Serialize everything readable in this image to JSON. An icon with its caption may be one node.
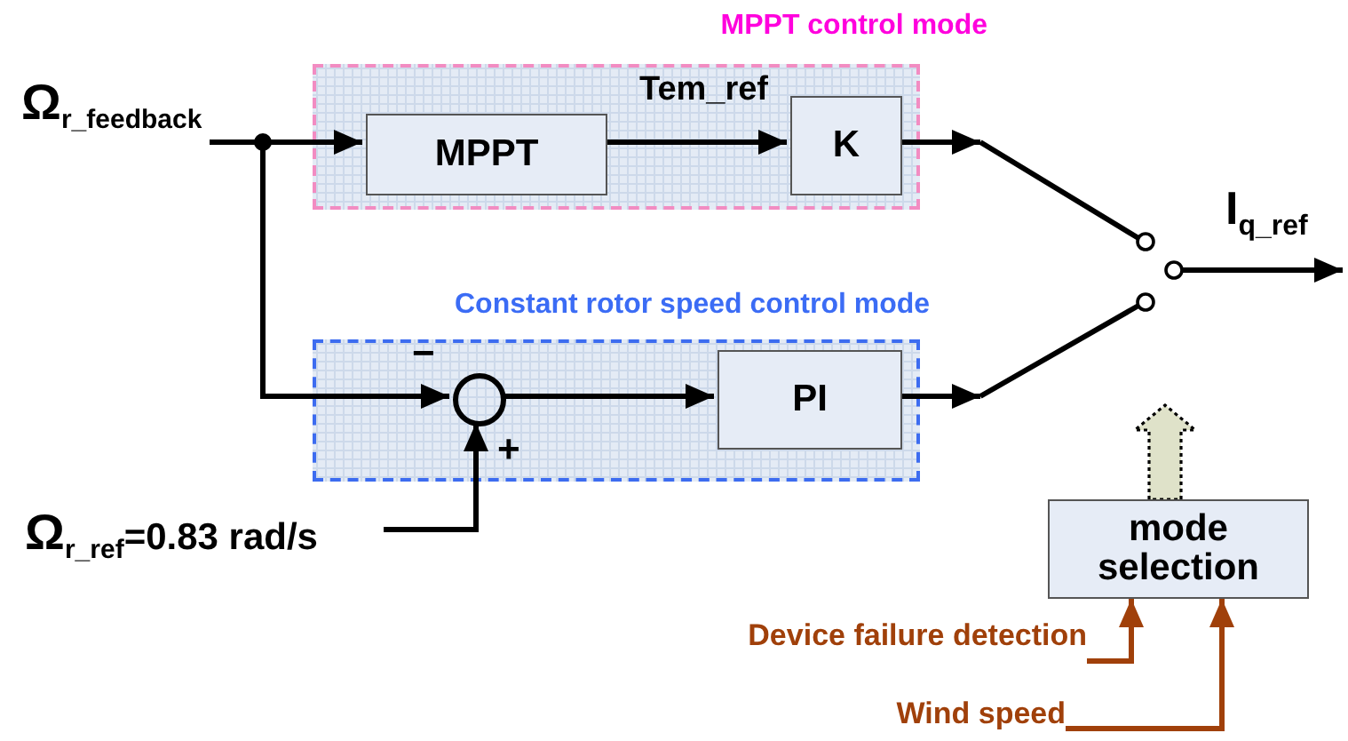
{
  "diagram": {
    "nodes": [
      {
        "text": [
          "MPPT control mode"
        ]
      },
      {
        "text": [
          "MPPT"
        ],
        "in": 0
      },
      {
        "text": [
          "K"
        ],
        "in": 0
      },
      {
        "text": [
          "Constant rotor speed control mode"
        ]
      },
      {
        "text": [],
        "shape": "circle",
        "in": 3
      },
      {
        "text": [
          "PI"
        ],
        "in": 3
      },
      {
        "text": [
          "Ω$_{r_feedback}$"
        ]
      },
      {
        "text": [
          "Ω$_{r_ref}$=0.83 rad/s"
        ]
      },
      {
        "text": [],
        "shape": "switch"
      },
      {
        "text": [
          "mode selection"
        ]
      },
      {
        "text": [
          "Device failure detection"
        ]
      },
      {
        "text": [
          "Wind speed"
        ]
      }
    ],
    "edges": [
      {
        "from": 6,
        "to": 1,
        "arrow": "to"
      },
      {
        "from": 6,
        "to": 4,
        "arrow": "to"
      },
      {
        "from": 7,
        "to": 4,
        "arrow": "to"
      },
      {
        "from": 1,
        "to": 2,
        "arrow": "to",
        "label": "Tem_ref"
      },
      {
        "from": 4,
        "to": 5,
        "arrow": "to"
      },
      {
        "from": 2,
        "to": 8,
        "arrow": "to"
      },
      {
        "from": 5,
        "to": 8,
        "arrow": "to"
      },
      {
        "from": 8,
        "to": null,
        "arrow": "to",
        "label": "I$_{q_ref}$"
      },
      {
        "from": 9,
        "to": 8,
        "arrow": "to",
        "style": "thick",
        "color": "#dfe2c9"
      },
      {
        "from": 10,
        "to": 9,
        "arrow": "to",
        "color": "#a0400a"
      },
      {
        "from": 11,
        "to": 9,
        "arrow": "to",
        "color": "#a0400a"
      }
    ],
    "labels": [
      "−",
      "+"
    ]
  }
}
